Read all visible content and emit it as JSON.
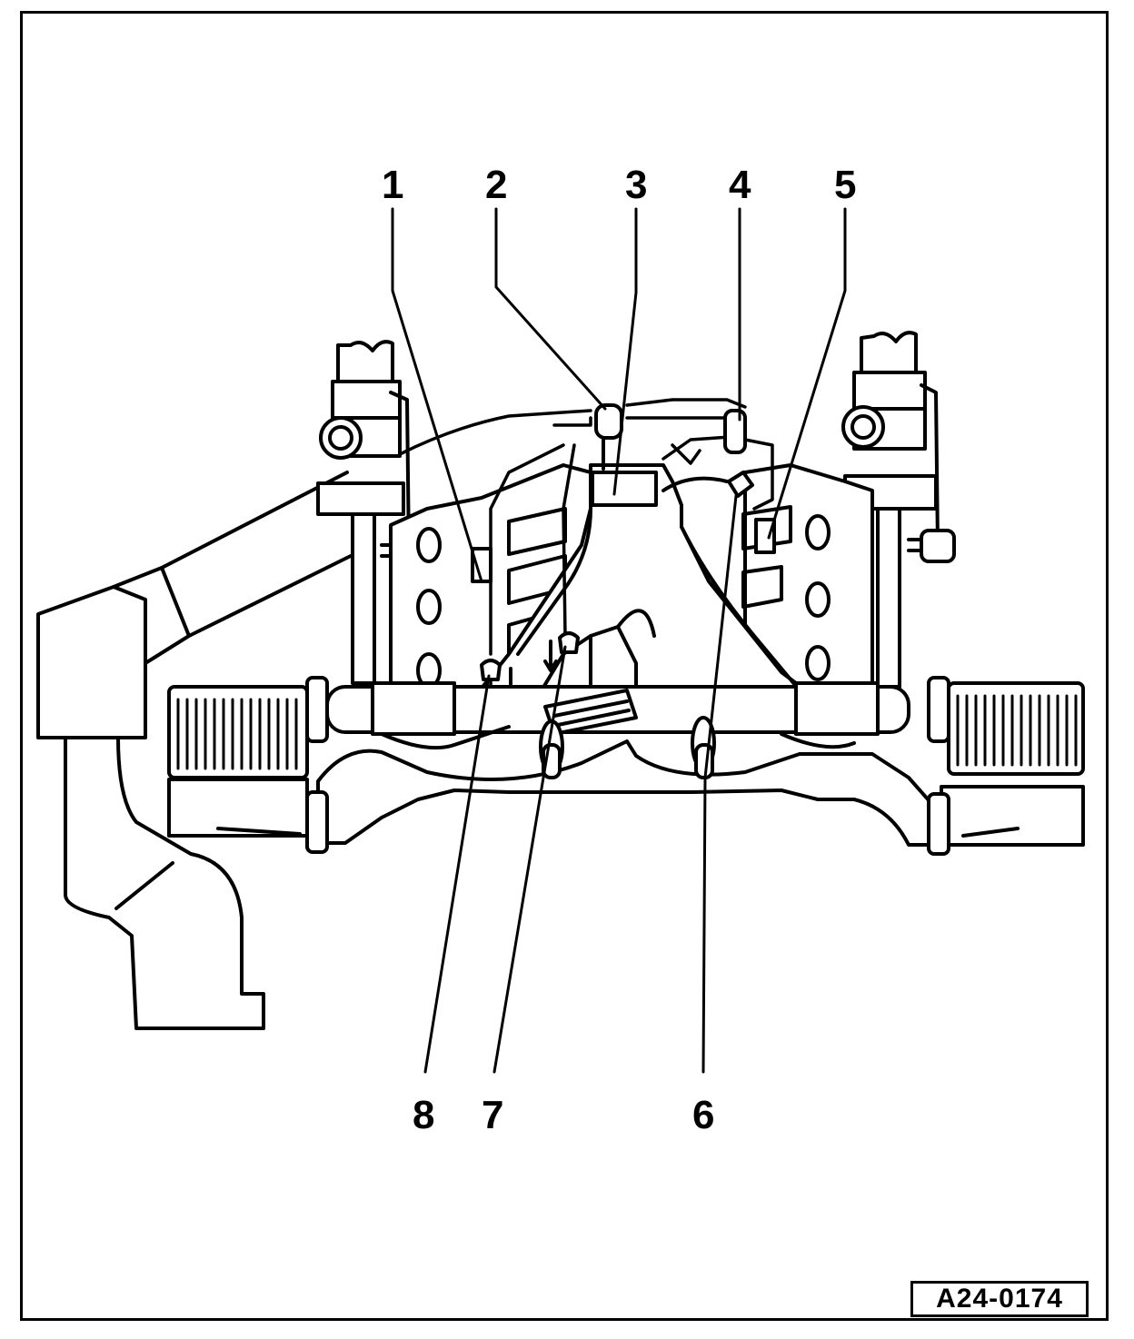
{
  "figure": {
    "reference_code": "A24-0174",
    "callouts": [
      {
        "id": "1",
        "label": "1"
      },
      {
        "id": "2",
        "label": "2"
      },
      {
        "id": "3",
        "label": "3"
      },
      {
        "id": "4",
        "label": "4"
      },
      {
        "id": "5",
        "label": "5"
      },
      {
        "id": "6",
        "label": "6"
      },
      {
        "id": "7",
        "label": "7"
      },
      {
        "id": "8",
        "label": "8"
      }
    ]
  }
}
